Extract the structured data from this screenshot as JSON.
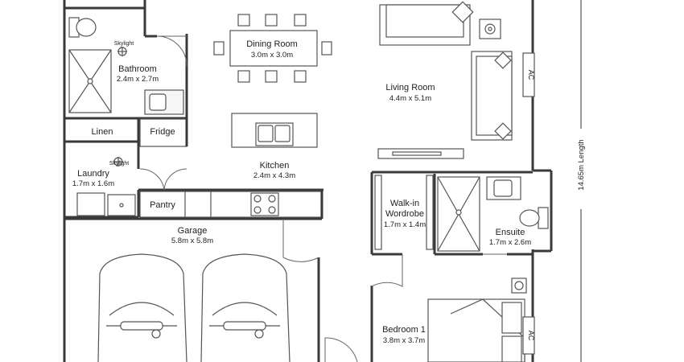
{
  "rooms": {
    "dining": {
      "name": "Dining Room",
      "size": "3.0m x 3.0m"
    },
    "living": {
      "name": "Living Room",
      "size": "4.4m x 5.1m"
    },
    "bathroom": {
      "name": "Bathroom",
      "size": "2.4m x 2.7m"
    },
    "linen": {
      "name": "Linen"
    },
    "fridge": {
      "name": "Fridge"
    },
    "kitchen": {
      "name": "Kitchen",
      "size": "2.4m x 4.3m"
    },
    "laundry": {
      "name": "Laundry",
      "size": "1.7m x 1.6m"
    },
    "pantry": {
      "name": "Pantry"
    },
    "walkin": {
      "name_line1": "Walk-in",
      "name_line2": "Wordrobe",
      "size": "1.7m x 1.4m"
    },
    "ensuite": {
      "name": "Ensuite",
      "size": "1.7m x 2.6m"
    },
    "garage": {
      "name": "Garage",
      "size": "5.8m x 5.8m"
    },
    "bedroom1": {
      "name": "Bedroom 1",
      "size": "3.8m x 3.7m"
    }
  },
  "skylight_label": "Skylight",
  "ac_label": "AC",
  "overall_length": "14.65m Length"
}
